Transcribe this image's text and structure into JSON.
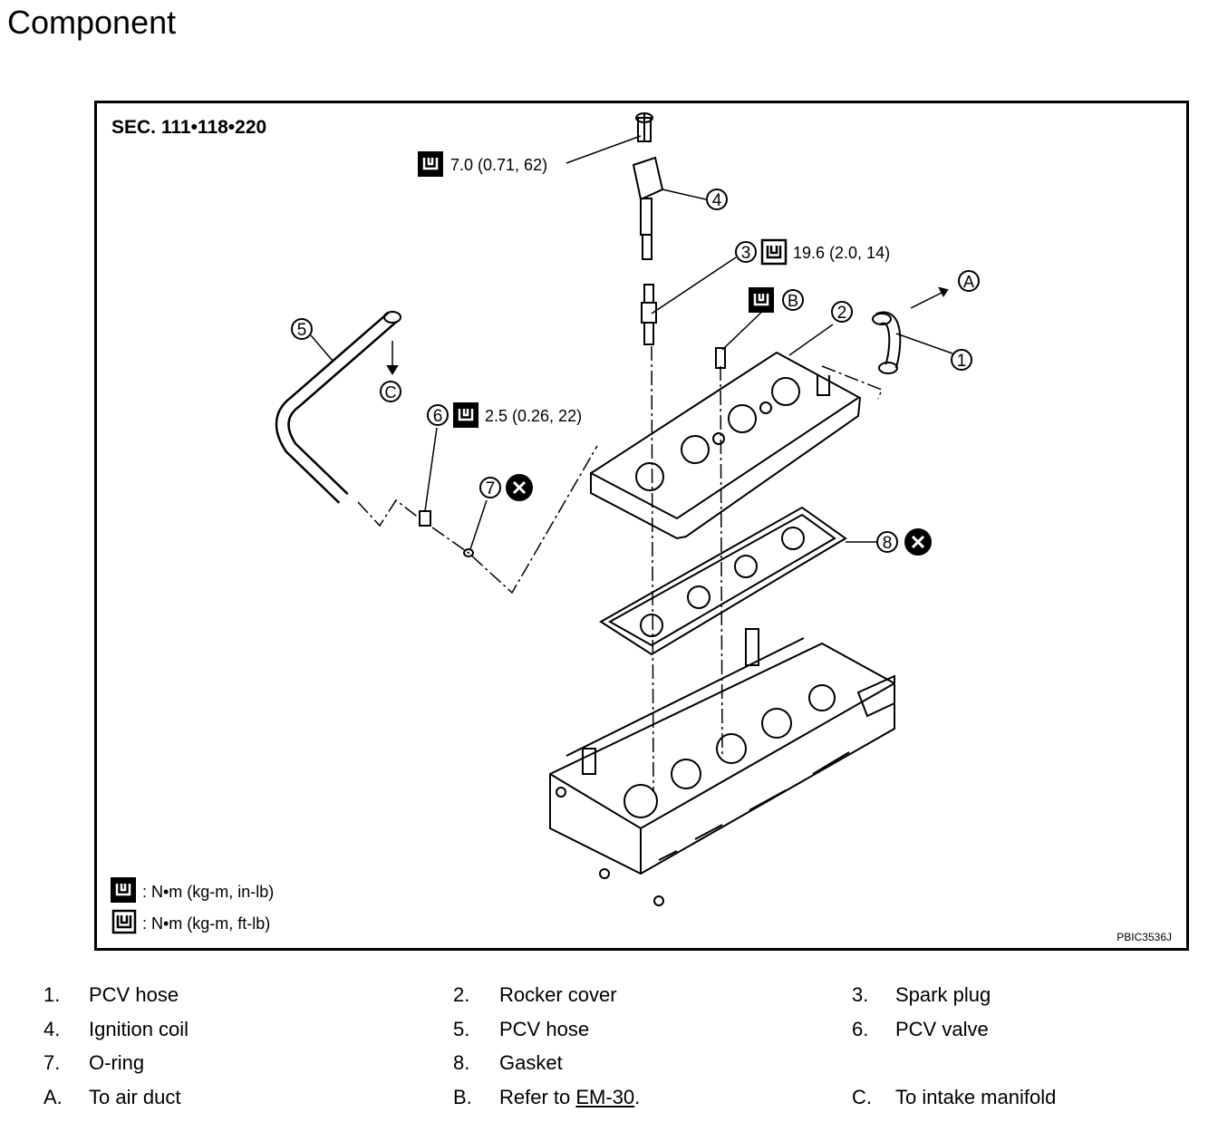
{
  "page": {
    "title": "Component"
  },
  "figure": {
    "section": "SEC. 111•118•220",
    "code": "PBIC3536J",
    "torques": {
      "coil_bolt": "7.0 (0.71, 62)",
      "spark_plug": "19.6 (2.0, 14)",
      "pcv_valve": "2.5 (0.26, 22)"
    },
    "callouts": [
      "1",
      "2",
      "3",
      "4",
      "5",
      "6",
      "7",
      "8",
      "A",
      "B",
      "C"
    ],
    "unit_key": [
      {
        "icon": "torque-inlb-icon",
        "text": ": N•m (kg-m, in-lb)"
      },
      {
        "icon": "torque-ftlb-icon",
        "text": ": N•m (kg-m, ft-lb)"
      }
    ]
  },
  "legend": [
    {
      "key": "1.",
      "text": "PCV hose"
    },
    {
      "key": "2.",
      "text": "Rocker cover"
    },
    {
      "key": "3.",
      "text": "Spark plug"
    },
    {
      "key": "4.",
      "text": "Ignition coil"
    },
    {
      "key": "5.",
      "text": "PCV hose"
    },
    {
      "key": "6.",
      "text": "PCV valve"
    },
    {
      "key": "7.",
      "text": "O-ring"
    },
    {
      "key": "8.",
      "text": "Gasket"
    },
    {
      "key": "A.",
      "text": "To air duct"
    },
    {
      "key": "B.",
      "text_before": "Refer to ",
      "link": "EM-30",
      "text_after": "."
    },
    {
      "key": "C.",
      "text": "To intake manifold"
    }
  ]
}
